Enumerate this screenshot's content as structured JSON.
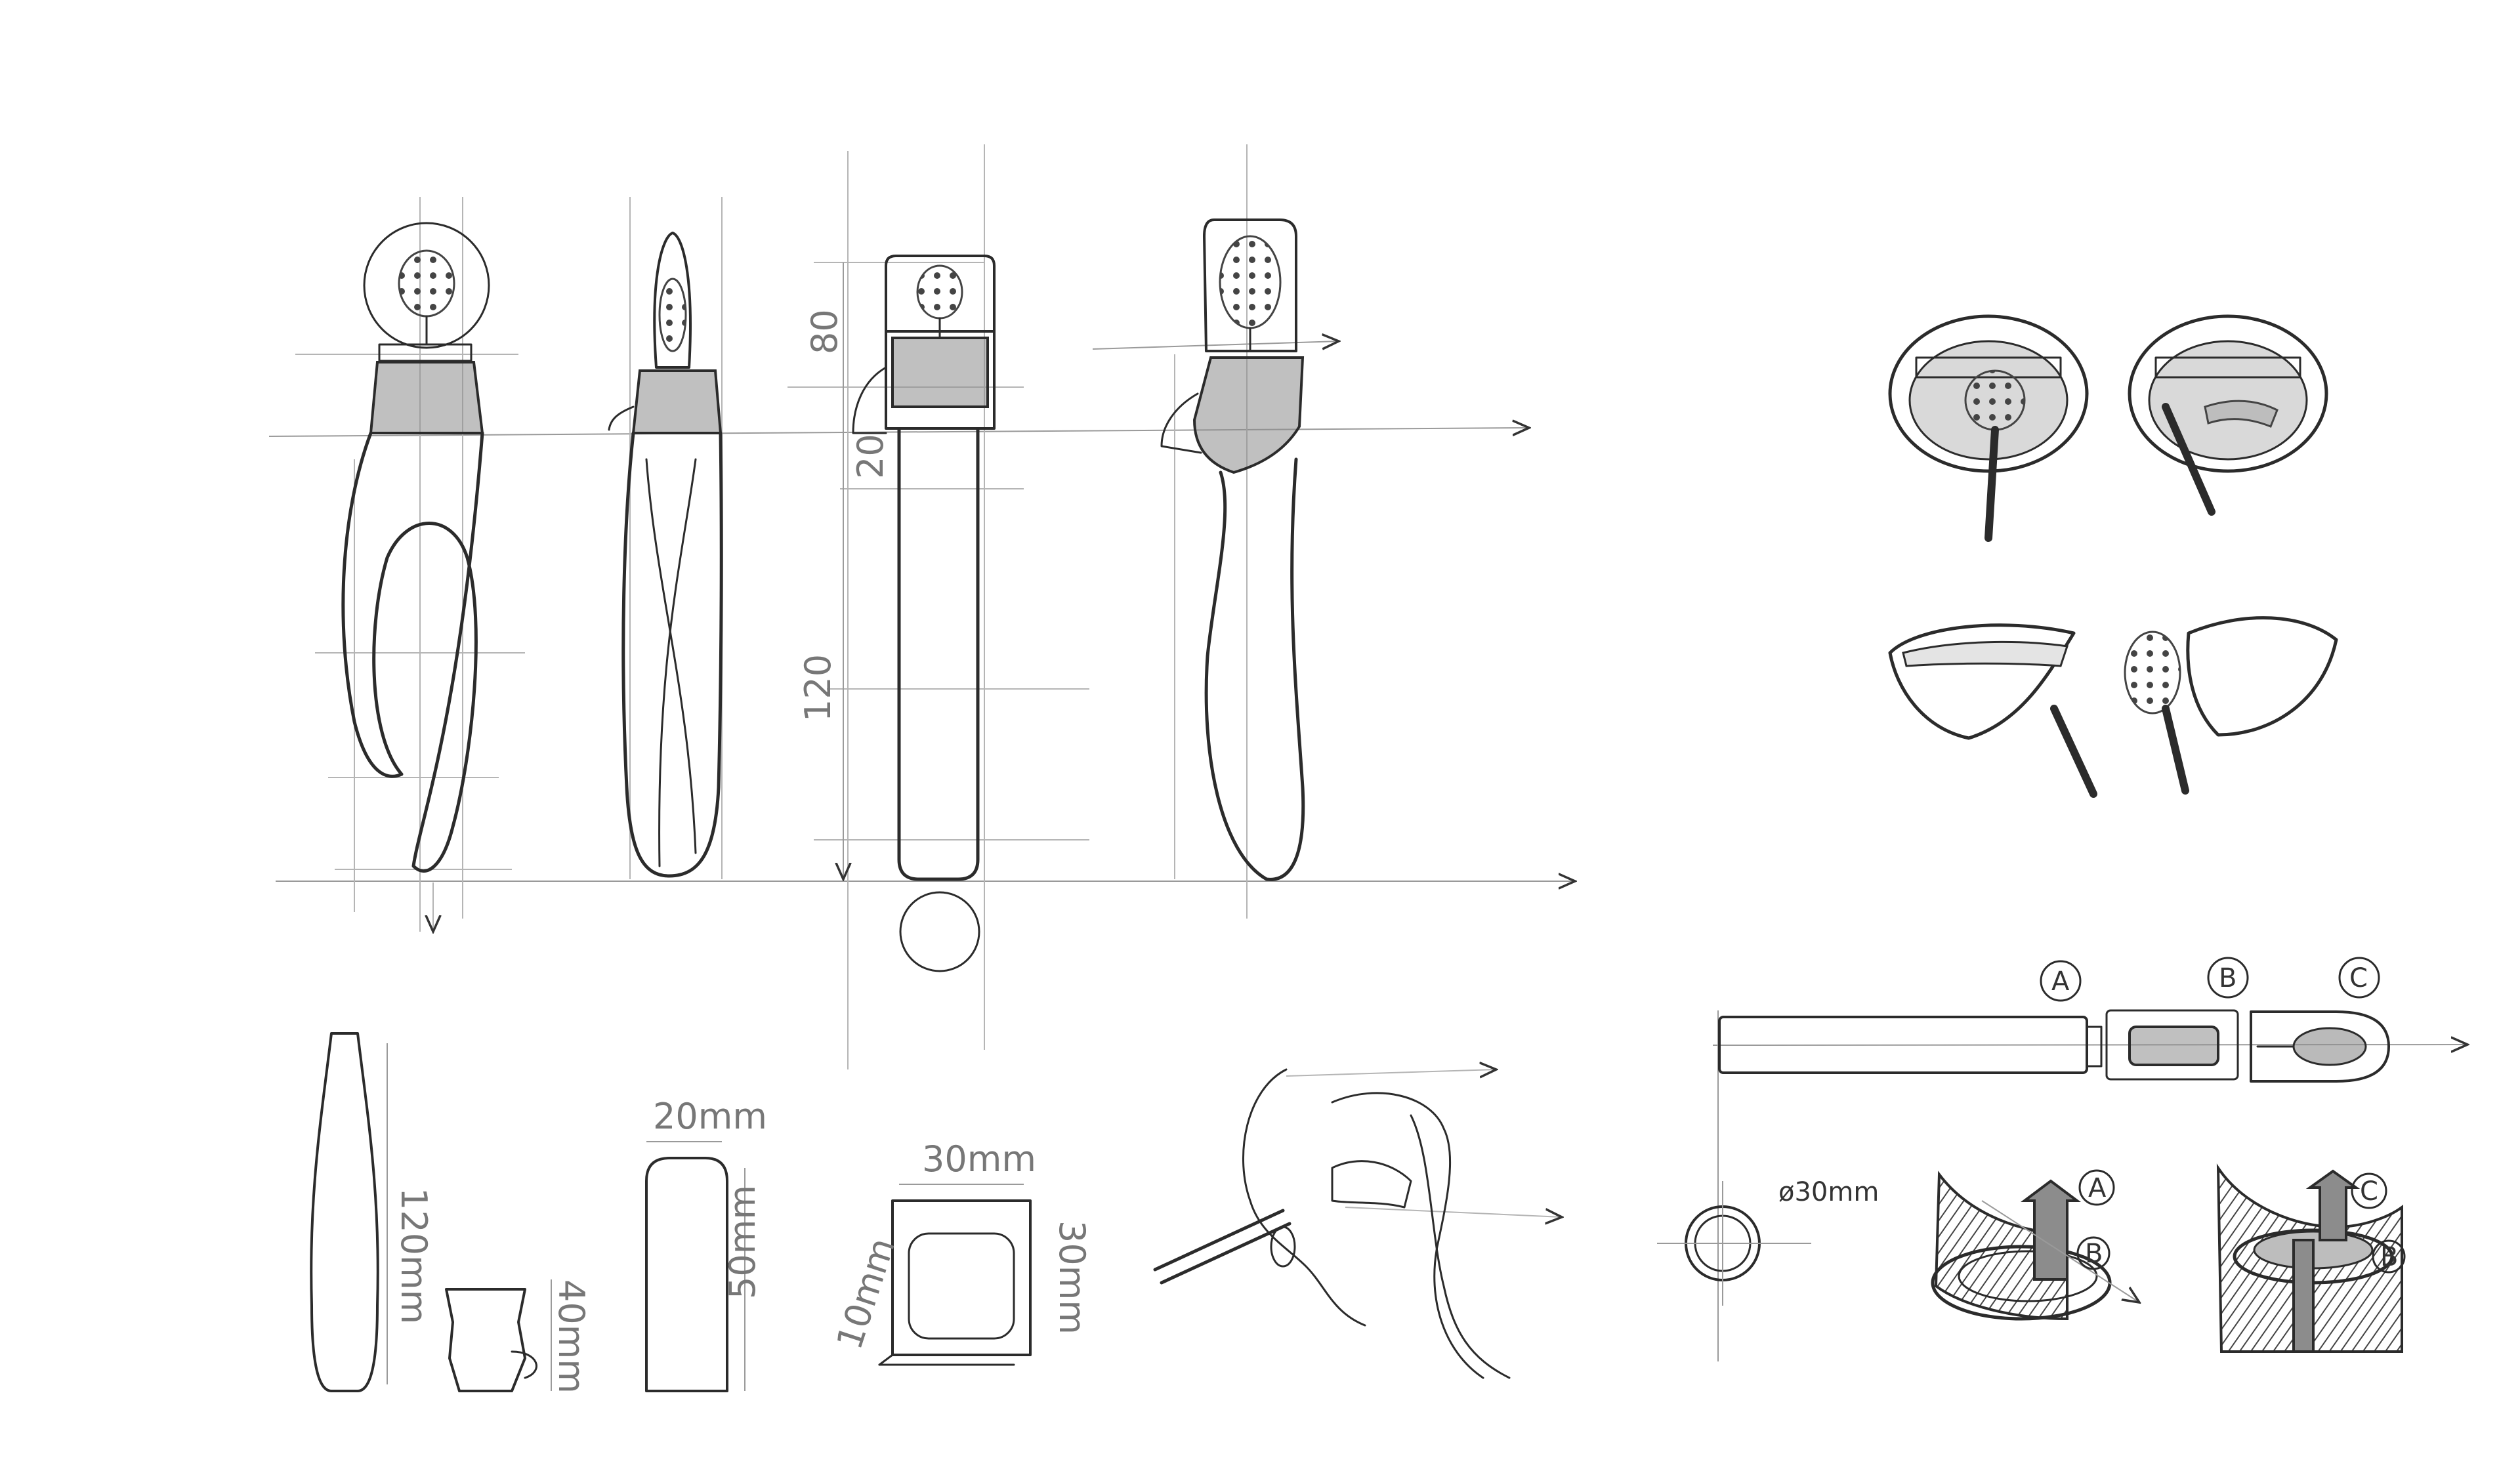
{
  "sheet": {
    "background": "#ffffff",
    "ink": "#2b2b2b",
    "shade": "#8c8c8c"
  },
  "dims": {
    "top_height": "80",
    "neck_height": "20",
    "handle_length": "120",
    "body_length": "120mm",
    "cap_width": "20mm",
    "cap_height": "50mm",
    "cap_depth": "10mm",
    "head_height": "40mm",
    "block_width": "30mm",
    "block_height": "30mm",
    "diameter": "ø30mm"
  },
  "callouts": {
    "a": "A",
    "b": "B",
    "c": "C"
  }
}
